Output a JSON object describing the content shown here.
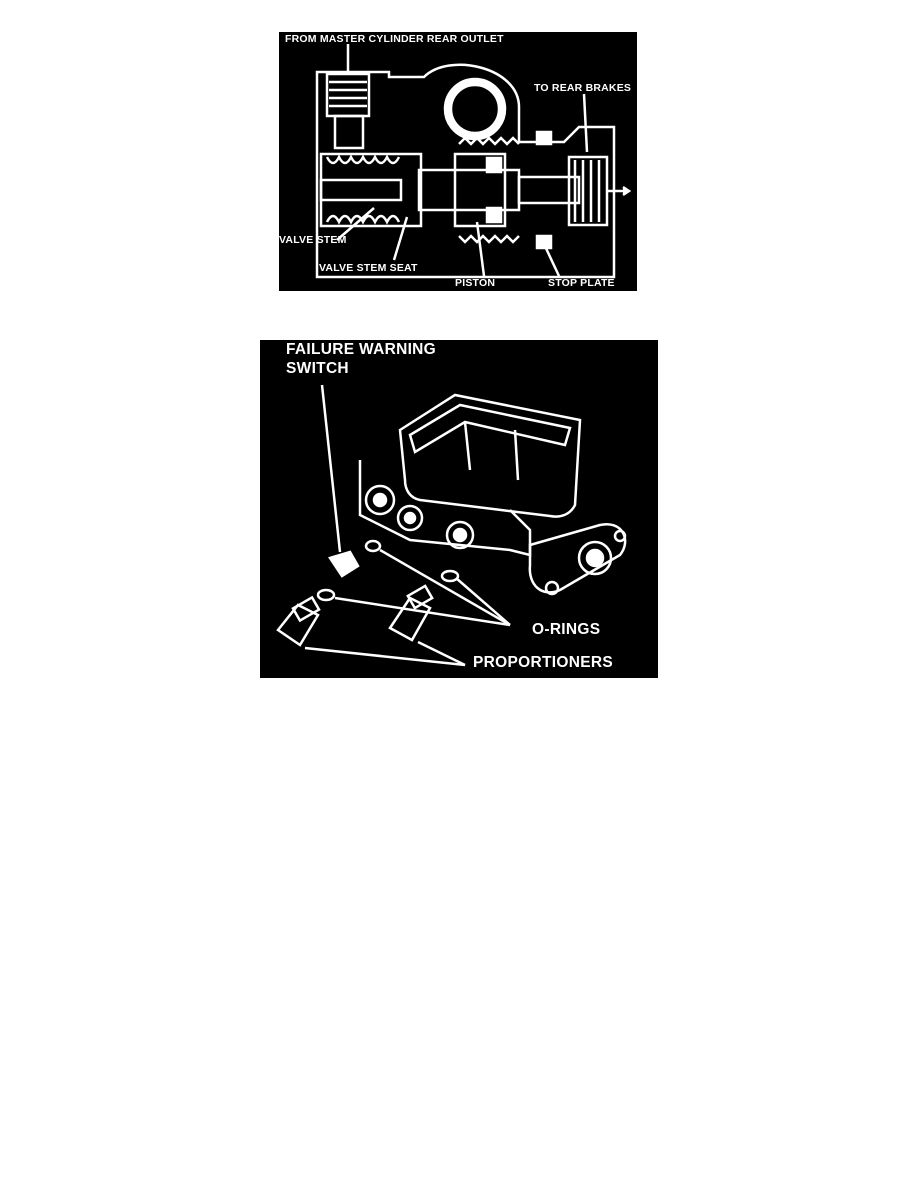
{
  "figure1": {
    "labels": {
      "from_master_cylinder": "FROM MASTER CYLINDER REAR OUTLET",
      "to_rear_brakes": "TO REAR BRAKES",
      "valve_stem": "VALVE STEM",
      "valve_stem_seat": "VALVE STEM SEAT",
      "piston": "PISTON",
      "stop_plate": "STOP PLATE"
    },
    "colors": {
      "background": "#000000",
      "line": "#ffffff"
    }
  },
  "figure2": {
    "labels": {
      "failure_warning_line1": "FAILURE WARNING",
      "failure_warning_line2": "SWITCH",
      "o_rings": "O-RINGS",
      "proportioners": "PROPORTIONERS"
    },
    "colors": {
      "background": "#000000",
      "line": "#ffffff"
    }
  }
}
